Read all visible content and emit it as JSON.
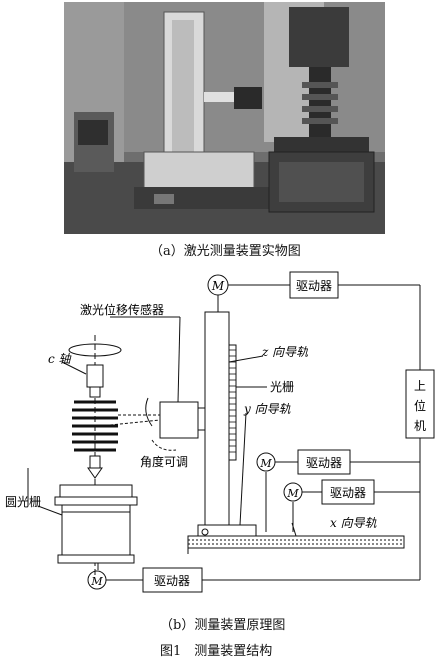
{
  "caption_a": "（a）激光测量装置实物图",
  "caption_b": "（b）测量装置原理图",
  "figure_caption": "图1　测量装置结构",
  "labels": {
    "drive_top": "驱动器",
    "drive_mid1": "驱动器",
    "drive_mid2": "驱动器",
    "drive_bottom": "驱动器",
    "z_rail": "z 向导轨",
    "y_rail": "y 向导轨",
    "x_rail": "x 向导轨",
    "grating": "光栅",
    "laser_sensor": "激光位移传感器",
    "c_axis": "c 轴",
    "angle_adjust": "角度可调",
    "circular_grating": "圆光栅",
    "host_line1": "上",
    "host_line2": "位",
    "host_line3": "机",
    "motor": "M"
  }
}
